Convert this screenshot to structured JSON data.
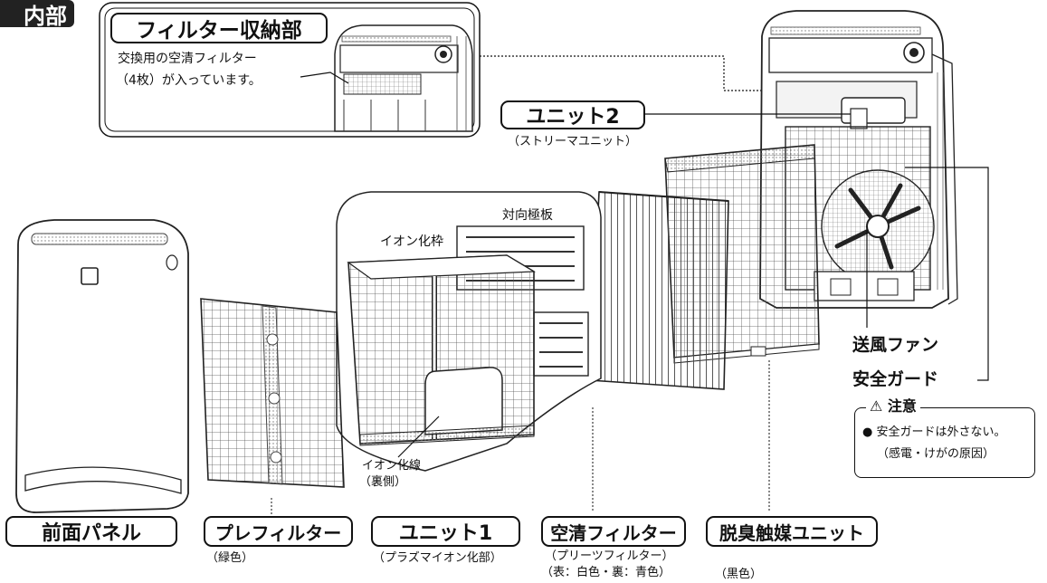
{
  "section_tab": "内部",
  "callout": {
    "title": "フィルター収納部",
    "line1": "交換用の空清フィルター",
    "line2": "（4枚）が入っています。"
  },
  "labels": {
    "unit2": "ユニット2",
    "unit2_sub": "（ストリーマユニット）",
    "counter_plate": "対向極板",
    "ion_frame": "イオン化枠",
    "ion_wire_1": "イオン化線",
    "ion_wire_2": "（裏側）",
    "fan": "送風ファン",
    "safety_guard": "安全ガード",
    "front_panel": "前面パネル",
    "prefilter": "プレフィルター",
    "prefilter_sub": "（緑色）",
    "unit1": "ユニット1",
    "unit1_sub": "（プラズマイオン化部）",
    "air_filter": "空清フィルター",
    "air_filter_sub1": "（プリーツフィルター）",
    "air_filter_sub2": "（表：白色・裏：青色）",
    "deodor": "脱臭触媒ユニット",
    "deodor_sub": "（黒色）"
  },
  "caution": {
    "title": "注意",
    "text1": "安全ガードは外さない。",
    "text2": "（感電・けがの原因）"
  }
}
